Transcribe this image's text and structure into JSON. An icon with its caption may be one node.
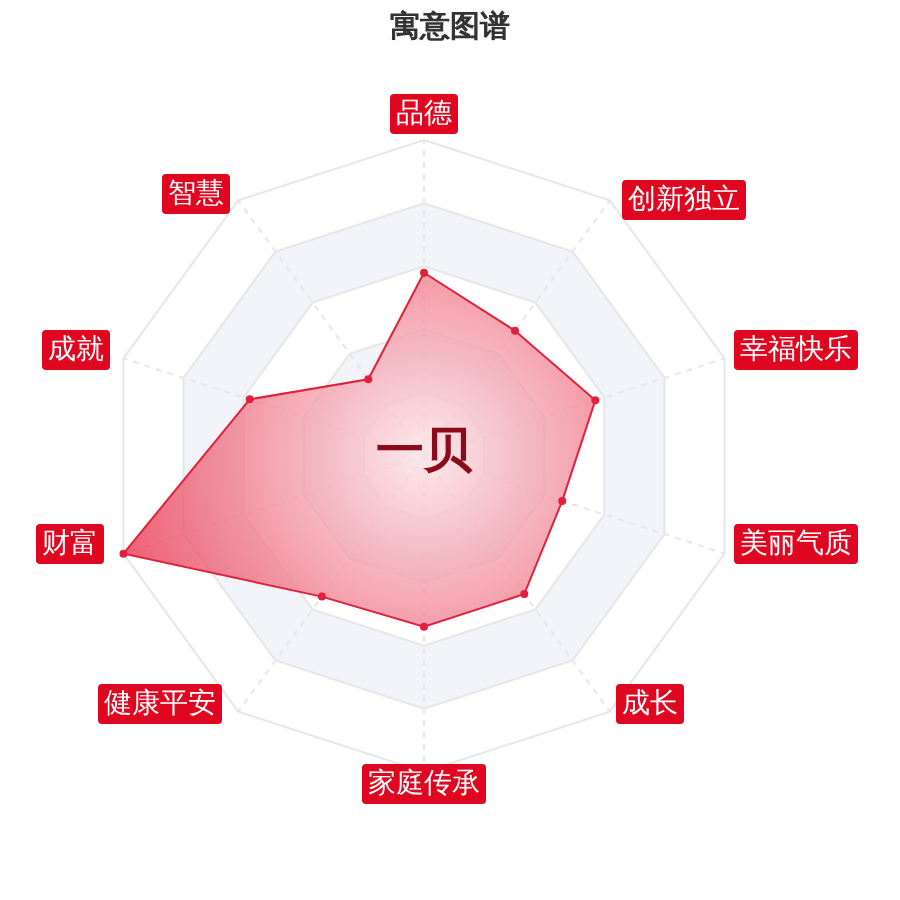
{
  "diagram": {
    "title": "寓意图谱",
    "labels": [
      "品德",
      "智慧",
      "创新独立",
      "成就",
      "幸福快乐",
      "一贝",
      "财富",
      "美丽气质",
      "健康平安",
      "成长",
      "家庭传承"
    ]
  }
}
